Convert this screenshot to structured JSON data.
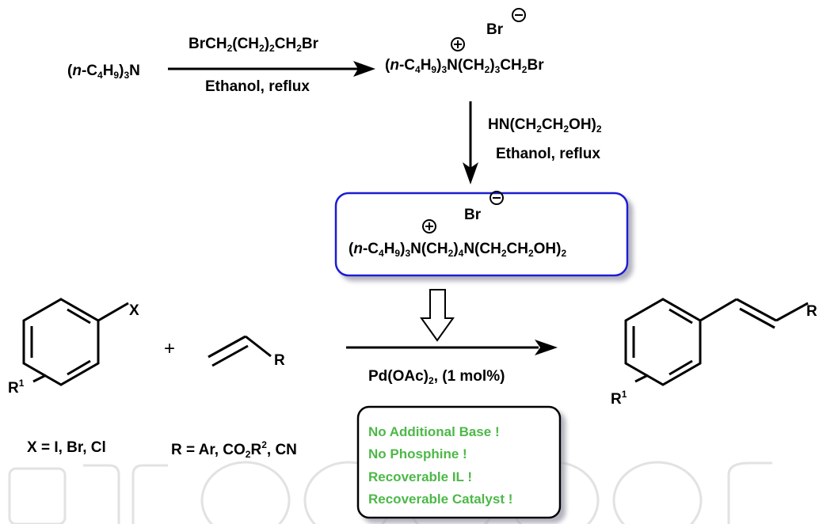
{
  "step1": {
    "reactant": [
      "(",
      "n",
      "-C",
      "4",
      "H",
      "9",
      ")",
      "3",
      "N"
    ],
    "reagent": [
      "BrCH",
      "2",
      "(CH",
      "2",
      ")",
      "2",
      "CH",
      "2",
      "Br"
    ],
    "conditions": "Ethanol, reflux",
    "product_anion": "Br",
    "product": [
      "(",
      "n",
      "-C",
      "4",
      "H",
      "9",
      ")",
      "3",
      "N(CH",
      "2",
      ")",
      "3",
      "CH",
      "2",
      "Br"
    ]
  },
  "step2": {
    "reagent": [
      "HN(CH",
      "2",
      "CH",
      "2",
      "OH)",
      "2"
    ],
    "conditions": "Ethanol, reflux"
  },
  "ionic_liquid": {
    "anion": "Br",
    "formula": [
      "(",
      "n",
      "-C",
      "4",
      "H",
      "9",
      ")",
      "3",
      "N(CH",
      "2",
      ")",
      "4",
      "N(CH",
      "2",
      "CH",
      "2",
      "OH)",
      "2"
    ],
    "border_color": "#1f1fd4"
  },
  "heck": {
    "aryl_substituent": "X",
    "ring_substituent": [
      "R",
      "1"
    ],
    "plus": "+",
    "alkene_substituent": "R",
    "catalyst": [
      "Pd(OAc)",
      "2",
      ", (1 mol%)"
    ],
    "product_substituent": "R",
    "product_ring_substituent": [
      "R",
      "1"
    ],
    "x_definition": "X = I, Br, Cl",
    "r_definition": [
      "R = Ar, CO",
      "2",
      "R",
      "2",
      ", CN"
    ]
  },
  "advantages": {
    "items": [
      "No Additional Base !",
      "No Phosphine !",
      "Recoverable IL !",
      "Recoverable Catalyst !"
    ],
    "text_color": "#4db848"
  }
}
